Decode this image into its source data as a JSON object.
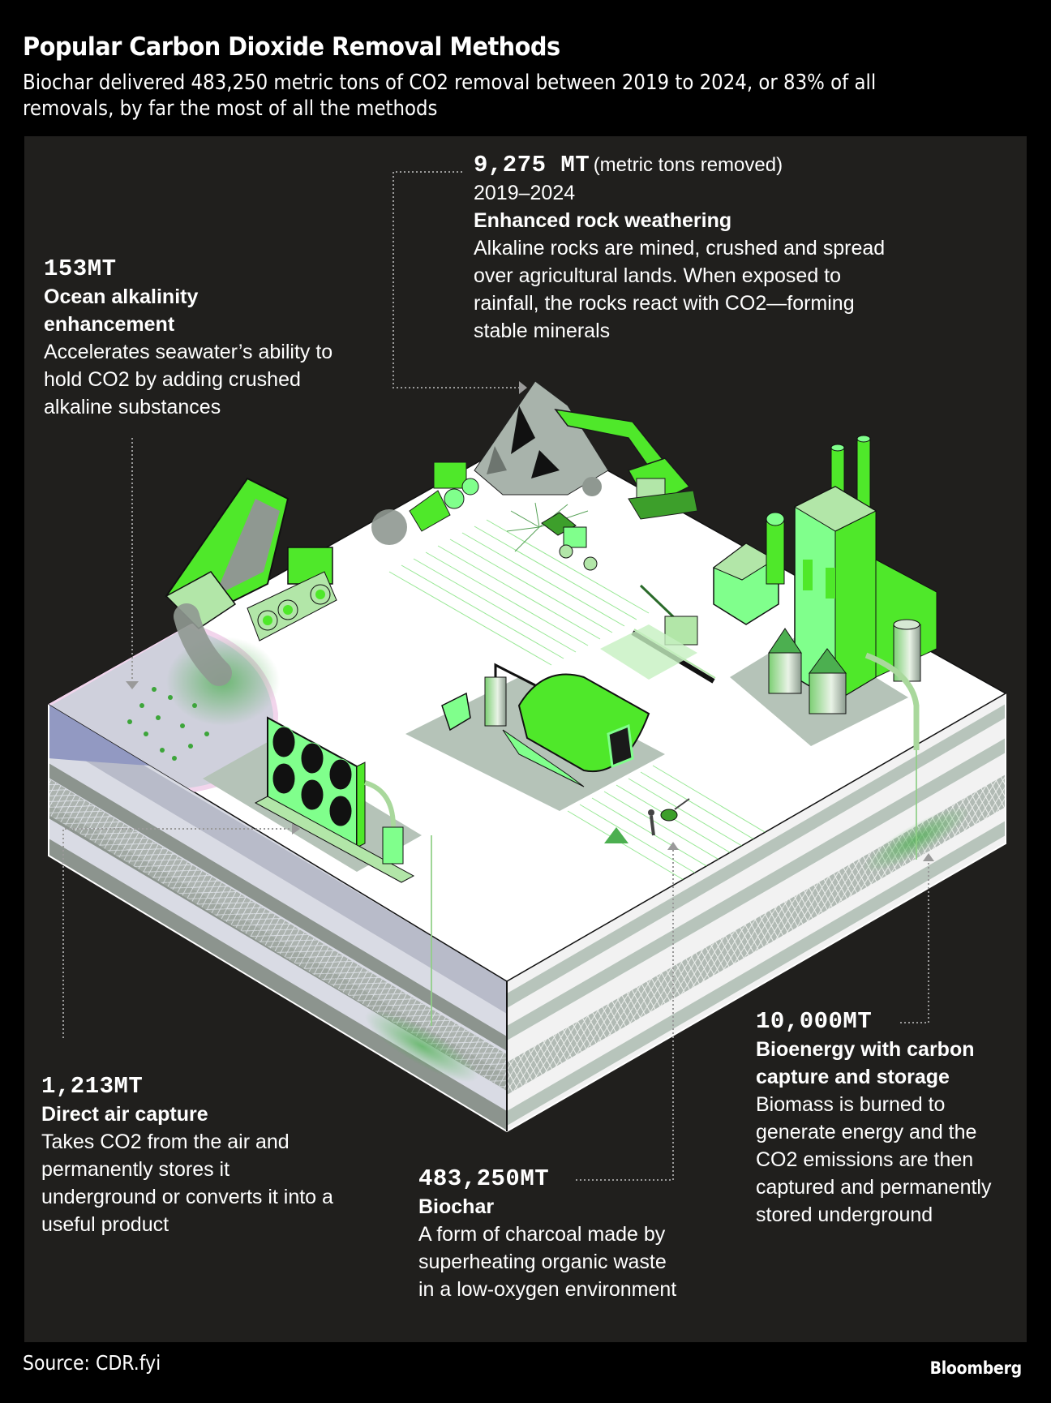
{
  "header": {
    "title": "Popular Carbon Dioxide Removal Methods",
    "subtitle": "Biochar delivered 483,250 metric tons of CO2 removal between 2019 to 2024, or 83% of all removals, by far the most of all the methods"
  },
  "methods": {
    "rock_weathering": {
      "amount": "9,275 MT",
      "unit_note": "(metric tons removed)",
      "period": "2019–2024",
      "name": "Enhanced rock weathering",
      "description": "Alkaline rocks are mined, crushed and spread over agricultural lands. When exposed to rainfall, the rocks react with CO2—forming stable minerals"
    },
    "ocean_alkalinity": {
      "amount": "153MT",
      "name": "Ocean alkalinity enhancement",
      "description": "Accelerates seawater’s ability to hold CO2 by adding crushed alkaline substances"
    },
    "direct_air_capture": {
      "amount": "1,213MT",
      "name": "Direct air capture",
      "description": "Takes CO2 from the air and permanently stores it underground or converts it into a useful product"
    },
    "biochar": {
      "amount": "483,250MT",
      "name": "Biochar",
      "description": "A form of charcoal made by superheating organic waste in a low-oxygen environment"
    },
    "beccs": {
      "amount": "10,000MT",
      "name": "Bioenergy with carbon capture and storage",
      "description": "Biomass is burned to generate energy and the CO2 emissions are then captured and permanently stored underground"
    }
  },
  "illustration": {
    "icons": [
      "dump-truck-icon",
      "bulldozer-icon",
      "rock-pile-icon",
      "excavator-icon",
      "spreader-tractor-icon",
      "combine-harvester-icon",
      "farmhouse-icon",
      "power-plant-icon",
      "grain-silo-icon",
      "air-capture-fans-icon",
      "pyrolysis-kiln-icon",
      "farmer-icon",
      "wheelbarrow-icon",
      "ocean-pool-icon",
      "injection-pipe-icon"
    ]
  },
  "colors": {
    "background": "#000000",
    "panel": "#201f1d",
    "accent_green": "#4fe82a",
    "light_green": "#80ff8c",
    "pale_green": "#b2e6a8",
    "ground_top": "#ffffff",
    "layer_gray": "#b7c4bb",
    "ocean_blue": "#9299c2"
  },
  "footer": {
    "source": "Source: CDR.fyi",
    "brand": "Bloomberg"
  }
}
